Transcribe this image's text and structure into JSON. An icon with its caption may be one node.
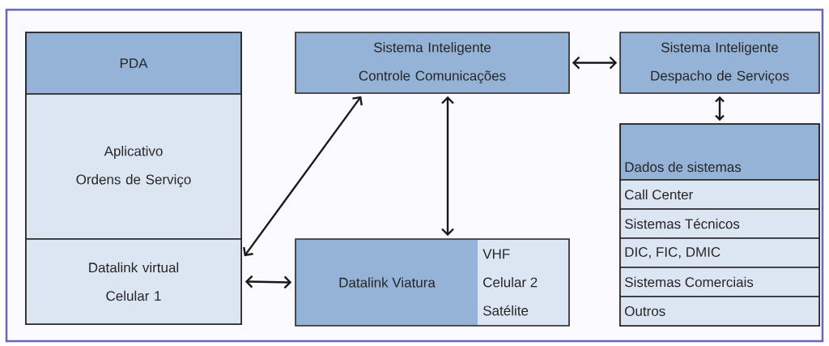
{
  "diagram": {
    "nodes": [
      {
        "text": [
          "PDA"
        ]
      },
      {
        "text": [
          "Aplicativo",
          "Ordens de Serviço"
        ],
        "in": 0
      },
      {
        "text": [
          "Datalink virtual Celular 1"
        ],
        "in": 0
      },
      {
        "text": [
          "Sistema Inteligente Controle Comunicações"
        ]
      },
      {
        "text": [
          "Sistema Inteligente Despacho de Serviços"
        ]
      },
      {
        "text": [
          "Datalink Viatura"
        ]
      },
      {
        "text": [
          "VHF",
          "Celular 2",
          "Satélite"
        ],
        "in": 5
      },
      {
        "text": [
          "Dados de sistemas"
        ]
      },
      {
        "text": [
          "Call Center"
        ],
        "in": 7
      },
      {
        "text": [
          "Sistemas Técnicos"
        ],
        "in": 7
      },
      {
        "text": [
          "DIC, FIC, DMIC"
        ],
        "in": 7
      },
      {
        "text": [
          "Sistemas Comerciais"
        ],
        "in": 7
      },
      {
        "text": [
          "Outros"
        ],
        "in": 7
      }
    ],
    "edges": [
      {
        "from": 2,
        "to": 3,
        "arrow": "both"
      },
      {
        "from": 3,
        "to": 4,
        "arrow": "both"
      },
      {
        "from": 3,
        "to": 5,
        "arrow": "both"
      },
      {
        "from": 2,
        "to": 5,
        "arrow": "both"
      },
      {
        "from": 4,
        "to": 7,
        "arrow": "both"
      }
    ]
  }
}
